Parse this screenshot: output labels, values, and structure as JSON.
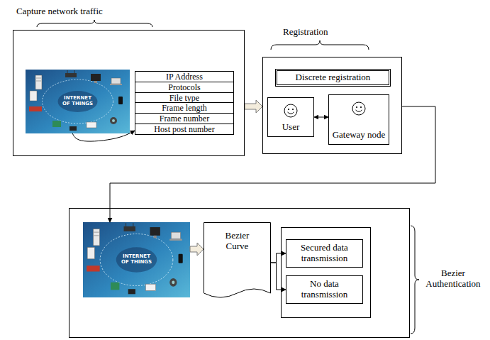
{
  "diagram": {
    "nodes": [
      {
        "text": [
          "Capture network traffic"
        ]
      },
      {
        "text": [
          "INTERNET OF THINGS"
        ],
        "in": 0
      },
      {
        "text": [
          "IP Address",
          "Protocols",
          "File type",
          "Frame length",
          "Frame number",
          "Host post number"
        ],
        "in": 0
      },
      {
        "text": [
          "Registration"
        ]
      },
      {
        "text": [
          "Discrete registration"
        ],
        "in": 3
      },
      {
        "text": [
          "User"
        ],
        "in": 3
      },
      {
        "text": [
          "Gateway node"
        ],
        "in": 3
      },
      {
        "text": [
          "Bezier Authentication"
        ]
      },
      {
        "text": [
          "INTERNET OF THINGS"
        ],
        "in": 7
      },
      {
        "text": [
          "Bezier Curve"
        ],
        "in": 7
      },
      {
        "text": [
          "Secured data transmission"
        ],
        "in": 7
      },
      {
        "text": [
          "No data transmission"
        ],
        "in": 7
      }
    ],
    "edges": [
      {
        "from": 1,
        "to": 2,
        "arrow": "to"
      },
      {
        "from": 0,
        "to": 3,
        "arrow": "to"
      },
      {
        "from": 5,
        "to": 6,
        "arrow": "both"
      },
      {
        "from": 3,
        "to": 8,
        "arrow": "to"
      },
      {
        "from": 8,
        "to": 9,
        "arrow": "to"
      },
      {
        "from": 9,
        "to": 10,
        "arrow": "to"
      },
      {
        "from": 9,
        "to": 11,
        "arrow": "to"
      }
    ]
  }
}
